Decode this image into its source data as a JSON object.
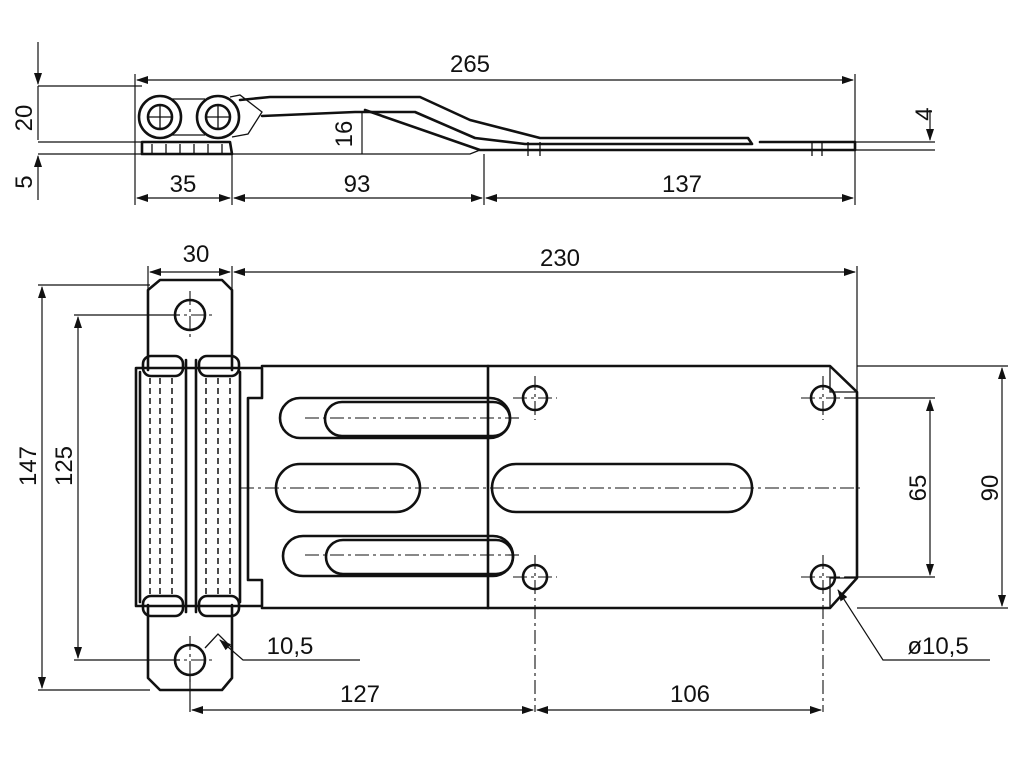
{
  "dimensions": {
    "d265": "265",
    "d20": "20",
    "d5": "5",
    "d16": "16",
    "d4": "4",
    "d35": "35",
    "d93": "93",
    "d137": "137",
    "d30": "30",
    "d230": "230",
    "d147": "147",
    "d125": "125",
    "d65": "65",
    "d90": "90",
    "d10_5": "10,5",
    "dhole": "ø10,5",
    "d127": "127",
    "d106": "106"
  }
}
